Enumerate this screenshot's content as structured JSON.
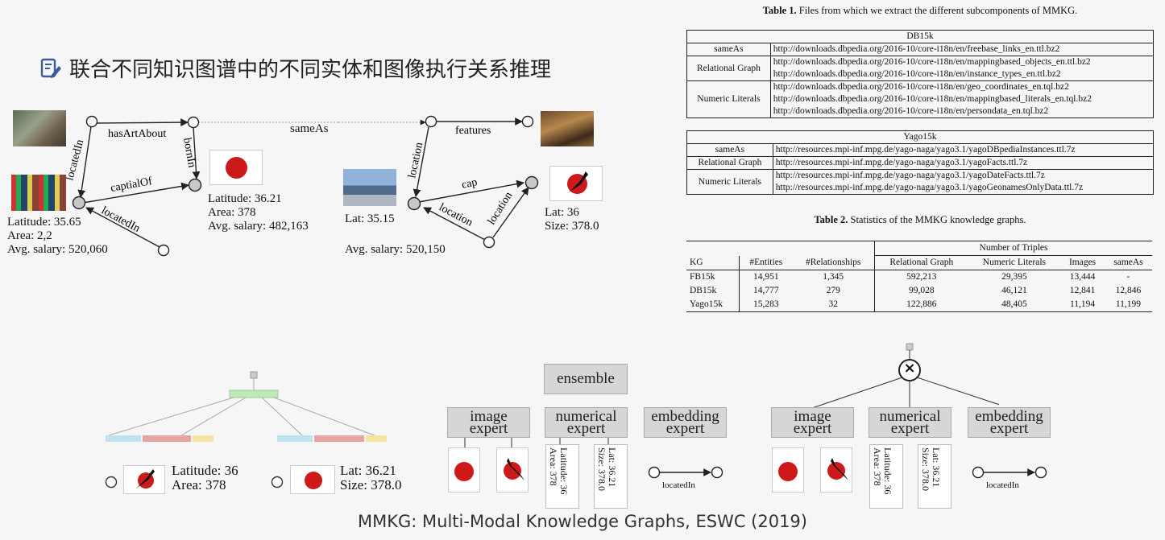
{
  "page": {
    "title": "联合不同知识图谱中的不同实体和图像执行关系推理",
    "footer": "MMKG: Multi-Modal Knowledge Graphs, ESWC (2019)"
  },
  "left_graph": {
    "edges": [
      "hasArtAbout",
      "bornIn",
      "locatedIn",
      "captialOf",
      "locatedIn"
    ],
    "same_as": "sameAs",
    "node_a": {
      "lines": [
        "Latitude: 35.65",
        "Area: 2,2",
        "Avg. salary: 520,060"
      ]
    },
    "node_b": {
      "lines": [
        "Latitude: 36.21",
        "Area: 378",
        "Avg. salary: 482,163"
      ]
    }
  },
  "right_graph": {
    "edges": [
      "features",
      "location",
      "cap",
      "location",
      "location"
    ],
    "node_a": {
      "lines": [
        "Lat: 35.15",
        "Avg. salary: 520,150"
      ]
    },
    "node_b": {
      "lines": [
        "Lat: 36",
        "Size: 378.0"
      ]
    }
  },
  "table1": {
    "caption_bold": "Table 1.",
    "caption_text": "Files from which we extract the different subcomponents of MMKG.",
    "db_header": "DB15k",
    "db_rows": [
      {
        "key": "sameAs",
        "urls": [
          "http://downloads.dbpedia.org/2016-10/core-i18n/en/freebase_links_en.ttl.bz2"
        ]
      },
      {
        "key": "Relational Graph",
        "urls": [
          "http://downloads.dbpedia.org/2016-10/core-i18n/en/mappingbased_objects_en.ttl.bz2",
          "http://downloads.dbpedia.org/2016-10/core-i18n/en/instance_types_en.ttl.bz2"
        ]
      },
      {
        "key": "Numeric Literals",
        "urls": [
          "http://downloads.dbpedia.org/2016-10/core-i18n/en/geo_coordinates_en.tql.bz2",
          "http://downloads.dbpedia.org/2016-10/core-i18n/en/mappingbased_literals_en.tql.bz2",
          "http://downloads.dbpedia.org/2016-10/core-i18n/en/persondata_en.tql.bz2"
        ]
      }
    ],
    "yago_header": "Yago15k",
    "yago_rows": [
      {
        "key": "sameAs",
        "urls": [
          "http://resources.mpi-inf.mpg.de/yago-naga/yago3.1/yagoDBpediaInstances.ttl.7z"
        ]
      },
      {
        "key": "Relational Graph",
        "urls": [
          "http://resources.mpi-inf.mpg.de/yago-naga/yago3.1/yagoFacts.ttl.7z"
        ]
      },
      {
        "key": "Numeric Literals",
        "urls": [
          "http://resources.mpi-inf.mpg.de/yago-naga/yago3.1/yagoDateFacts.ttl.7z",
          "http://resources.mpi-inf.mpg.de/yago-naga/yago3.1/yagoGeonamesOnlyData.ttl.7z"
        ]
      }
    ]
  },
  "table2": {
    "caption_bold": "Table 2.",
    "caption_text": "Statistics of the MMKG knowledge graphs.",
    "group_header": "Number of Triples",
    "headers": [
      "KG",
      "#Entities",
      "#Relationships",
      "Relational Graph",
      "Numeric Literals",
      "Images",
      "sameAs"
    ],
    "rows": [
      [
        "FB15k",
        "14,951",
        "1,345",
        "592,213",
        "29,395",
        "13,444",
        "-"
      ],
      [
        "DB15k",
        "14,777",
        "279",
        "99,028",
        "46,121",
        "12,841",
        "12,846"
      ],
      [
        "Yago15k",
        "15,283",
        "32",
        "122,886",
        "48,405",
        "11,194",
        "11,199"
      ]
    ]
  },
  "bottom_left": {
    "item_a": [
      "Latitude: 36",
      "Area: 378"
    ],
    "item_b": [
      "Lat: 36.21",
      "Size: 378.0"
    ]
  },
  "experts_mid": {
    "ensemble": "ensemble",
    "image": "image expert",
    "numerical": "numerical expert",
    "embedding": "embedding expert",
    "num_card_a": "Latitude: 36 Area: 378",
    "num_card_b": "Lat: 36.21 Size: 378.0",
    "edge": "locatedIn"
  },
  "experts_right": {
    "combiner": "×",
    "image": "image expert",
    "numerical": "numerical expert",
    "embedding": "embedding expert",
    "num_card_a": "Latitude: 36 Area: 378",
    "num_card_b": "Lat: 36.21 Size: 378.0",
    "edge": "locatedIn"
  },
  "colors": {
    "flag_red": "#cc1a1a",
    "node_gray": "#c8c8c8",
    "expert_bg": "#d6d6d6",
    "bar_green": "#bfeab8",
    "bar_blue": "#bfe2ef",
    "bar_red": "#e7a3a3",
    "bar_yellow": "#f4e5a3"
  },
  "icons": [
    "document-edit-icon",
    "japan-flag-icon",
    "japan-map-icon",
    "photo-icon"
  ]
}
